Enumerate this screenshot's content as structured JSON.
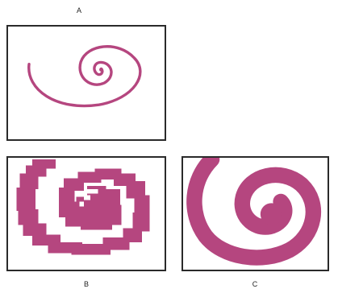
{
  "figure": {
    "labels": {
      "a": "A",
      "b": "B",
      "c": "C"
    },
    "colors": {
      "spiral": "#b5467f",
      "border": "#2a2a2a",
      "background": "#ffffff"
    }
  }
}
